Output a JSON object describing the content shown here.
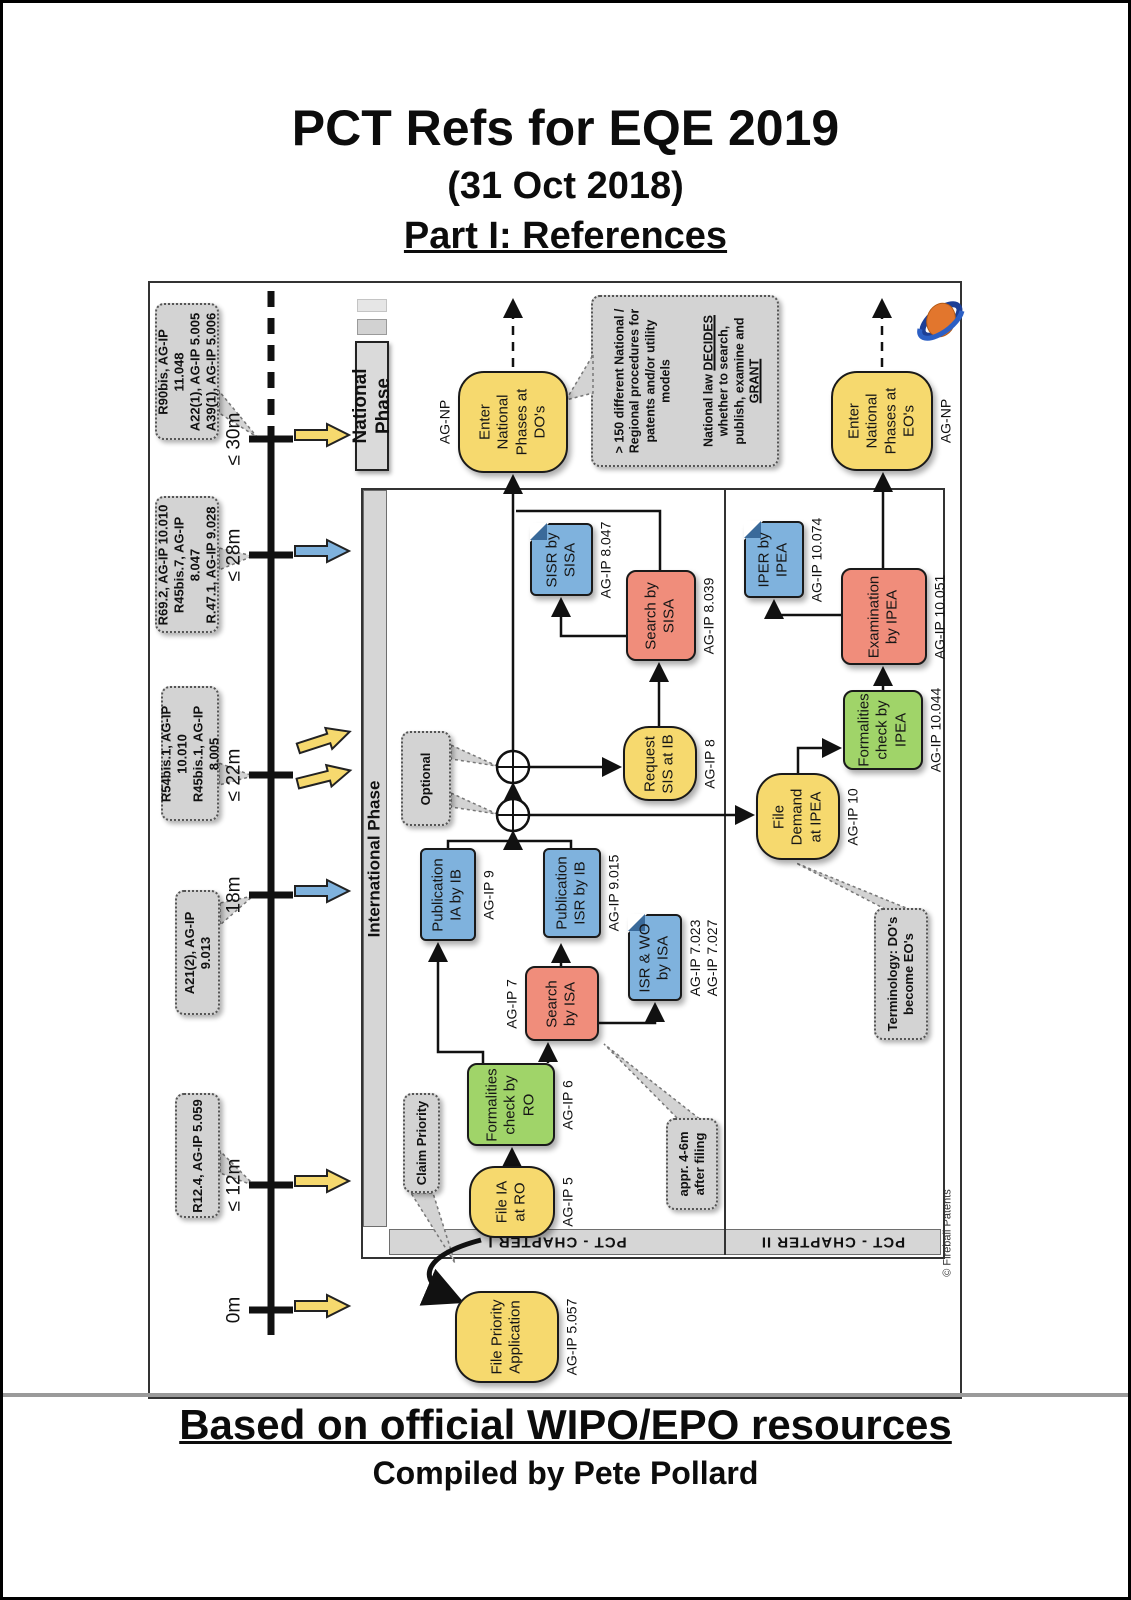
{
  "page": {
    "title1": "PCT Refs for EQE 2019",
    "title2": "(31 Oct 2018)",
    "title3": "Part I: References",
    "footer1": "Based on official WIPO/EPO resources",
    "footer2": "Compiled by Pete Pollard",
    "copyright": "© Fireball Patents"
  },
  "icons": {
    "logo": "fireball-swirl-logo"
  },
  "phases": {
    "national": "National Phase",
    "international": "International Phase",
    "chapter1": "PCT - CHAPTER I",
    "chapter2": "PCT - CHAPTER II"
  },
  "timeline": {
    "ticks": [
      {
        "label": "≤ 30m"
      },
      {
        "label": "≤ 28m"
      },
      {
        "label": "≤ 22m"
      },
      {
        "label": "18m"
      },
      {
        "label": "≤ 12m"
      },
      {
        "label": "0m"
      }
    ],
    "callouts": {
      "m30": "R90bis, AG-IP 11.048\nA22(1), AG-IP 5.005\nA39(1), AG-IP 5.006",
      "m28": "R69.2, AG-IP 10.010\nR45bis.7, AG-IP 8.047\nR.47.1, AG-IP 9.028",
      "m22": "R54bis.1, AG-IP 10.010\nR45bis.1, AG-IP 8.005",
      "m18": "A21(2), AG-IP 9.013",
      "m12": "R12.4, AG-IP 5.059"
    }
  },
  "callouts": {
    "claim_priority": "Claim Priority",
    "optional": "Optional",
    "appr": "appr. 4-6m\nafter filing",
    "terminology": "Terminology: DO's\nbecome EO's",
    "national_law": {
      "col1": "> 150 different National /\nRegional procedures for\npatents and/or utility\nmodels",
      "col2_pre": "National law ",
      "col2_u1": "DECIDES",
      "col2_mid": "\nwhether to search,\npublish, examine and\n",
      "col2_u2": "GRANT"
    }
  },
  "nodes": {
    "filePriority": {
      "label": "File Priority\nApplication",
      "ref": "AG-IP 5.057"
    },
    "fileIA": {
      "label": "File IA\nat RO",
      "ref": "AG-IP 5"
    },
    "formRO": {
      "label": "Formalities\ncheck by\nRO",
      "ref": "AG-IP 6"
    },
    "searchISA": {
      "label": "Search\nby ISA",
      "ref": "AG-IP 7"
    },
    "isrwo": {
      "label": "ISR & WO\nby ISA",
      "ref": "AG-IP 7.023\nAG-IP 7.027"
    },
    "pubIA": {
      "label": "Publication\nIA by IB",
      "ref": "AG-IP 9"
    },
    "pubISR": {
      "label": "Publication\nISR by IB",
      "ref": "AG-IP 9.015"
    },
    "requestSIS": {
      "label": "Request\nSIS at IB",
      "ref": "AG-IP 8"
    },
    "searchSISA": {
      "label": "Search by\nSISA",
      "ref": "AG-IP 8.039"
    },
    "sisr": {
      "label": "SISR by\nSISA",
      "ref": "AG-IP 8.047"
    },
    "fileDemand": {
      "label": "File\nDemand\nat IPEA",
      "ref": "AG-IP 10"
    },
    "formIPEA": {
      "label": "Formalities\ncheck by\nIPEA",
      "ref": "AG-IP 10.044"
    },
    "examIPEA": {
      "label": "Examination\nby IPEA",
      "ref": "AG-IP 10.051"
    },
    "iper": {
      "label": "IPER by\nIPEA",
      "ref": "AG-IP 10.074"
    },
    "enterDO": {
      "label": "Enter\nNational\nPhases at\nDO's",
      "ref": "AG-NP"
    },
    "enterEO": {
      "label": "Enter\nNational\nPhases at\nEO's",
      "ref": "AG-NP"
    }
  },
  "colors": {
    "yellow": "#F6D96E",
    "blue": "#7FB2DD",
    "red": "#F08D7B",
    "green": "#A0D469",
    "callout_gray": "#D3D3D3",
    "banner_gray": "#D8D8D8",
    "line": "#111111"
  }
}
